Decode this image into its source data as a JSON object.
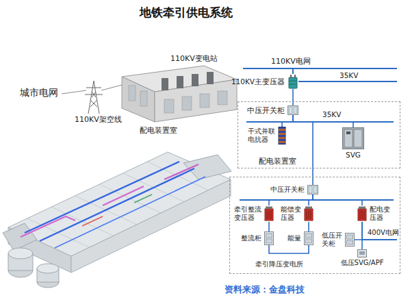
{
  "diagram": {
    "title": "地铁牵引供电系统",
    "caption": "资料来源：金盘科技",
    "nodes": [
      {
        "text": [
          "110KV主变压器"
        ]
      },
      {
        "text": [
          "配电装置室"
        ]
      },
      {
        "text": [
          "中压开关柜"
        ],
        "in": 1
      },
      {
        "text": [
          "干式并联电抗器"
        ],
        "in": 1
      },
      {
        "text": [
          "SVG"
        ],
        "in": 1
      },
      {
        "text": [
          "牵引降压变电所"
        ]
      },
      {
        "text": [
          "中压开关柜"
        ],
        "in": 5
      },
      {
        "text": [
          "牵引整流变压器"
        ],
        "in": 5
      },
      {
        "text": [
          "能馈变压器"
        ],
        "in": 5
      },
      {
        "text": [
          "配电变压器"
        ],
        "in": 5
      },
      {
        "text": [
          "整流柜"
        ],
        "in": 5
      },
      {
        "text": [
          "能量"
        ],
        "in": 5
      },
      {
        "text": [
          "低压开关柜"
        ],
        "in": 5
      },
      {
        "text": [
          "低压SVG/APF"
        ],
        "in": 5
      }
    ],
    "edges": [
      {
        "from": 0,
        "to": 2,
        "arrow": "none"
      },
      {
        "from": 2,
        "to": 3,
        "arrow": "none"
      },
      {
        "from": 2,
        "to": 4,
        "arrow": "none"
      },
      {
        "from": 2,
        "to": 6,
        "arrow": "none"
      },
      {
        "from": 6,
        "to": 7,
        "arrow": "none"
      },
      {
        "from": 6,
        "to": 8,
        "arrow": "none"
      },
      {
        "from": 6,
        "to": 9,
        "arrow": "none"
      },
      {
        "from": 7,
        "to": 10,
        "arrow": "none"
      },
      {
        "from": 8,
        "to": 11,
        "arrow": "none"
      },
      {
        "from": 10,
        "to": 11,
        "arrow": "none"
      },
      {
        "from": 9,
        "to": 12,
        "arrow": "none"
      },
      {
        "from": 9,
        "to": 13,
        "arrow": "none"
      }
    ],
    "labels": [
      "110KV变电站",
      "110KV电网",
      "35KV",
      "城市电网",
      "35KV",
      "110KV架空线",
      "配电装置室",
      "400V电网"
    ]
  }
}
